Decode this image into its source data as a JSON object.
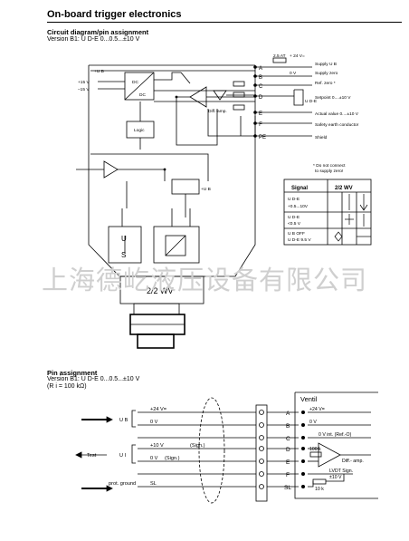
{
  "page": {
    "title": "On-board trigger electronics",
    "section1_title": "Circuit diagram/pin assignment",
    "section1_version": "Version B1: U D-E 0...0.5...±10 V",
    "section2_title": "Pin assignment",
    "section2_version": "Version B1: U D-E 0...0.5...±10 V",
    "section2_ri": "(R i = 100 kΩ)",
    "watermark": "上海德屹液压设备有限公司"
  },
  "circuit": {
    "fuse": "2.5 AT",
    "supply_v": "+ 24 V=",
    "zero_v": "0 V",
    "pins": [
      "A",
      "B",
      "C",
      "D",
      "E",
      "F",
      "PE"
    ],
    "pin_labels": [
      "Supply U B",
      "Supply zero",
      "Ref. zero *",
      "Setpoint 0....±10 V",
      "Actual value 0....±10 V",
      "Safety earth conductor",
      "Shield"
    ],
    "left_labels": [
      "+U B",
      "+15 V",
      "–15 V"
    ],
    "block_labels": {
      "dcdc_top": "DC",
      "dcdc_bottom": "DC",
      "logic": "Logic",
      "amp": "Diff.-amp.",
      "ud_e": "U D-E",
      "plus_ub": "+U B",
      "inst_u": "U",
      "inst_s": "S",
      "valve": "2/2 WV"
    }
  },
  "note": {
    "line1": "* Do not connect",
    "line2": "to supply zero!"
  },
  "signal_table": {
    "header_signal": "Signal",
    "header_valve": "2/2 WV",
    "rows": [
      {
        "signal": "U D-E",
        "range": "+0.5...10V"
      },
      {
        "signal": "U D-E",
        "range": "<0.5 V"
      },
      {
        "signal": "U B OFF",
        "range": "U D-E 9.5 V"
      }
    ]
  },
  "pin_diagram": {
    "ventil": "Ventil",
    "rows": [
      {
        "pin": "A",
        "label": "+24 V="
      },
      {
        "pin": "B",
        "label": "0 V"
      },
      {
        "pin": "C",
        "label": "0 V int. (Ref.-O)"
      },
      {
        "pin": "D",
        "label": ""
      },
      {
        "pin": "E",
        "label": ""
      },
      {
        "pin": "F",
        "label": "LVDT Sign."
      },
      {
        "pin": "SL",
        "label": ""
      }
    ],
    "left": {
      "ub": "U B",
      "plus24": "+24 V=",
      "zero": "0 V",
      "test": "Test",
      "ui": "U I",
      "plus10": "+10 V",
      "sign1": "(Sign.)",
      "zero2": "0 V",
      "sign2": "(Sign.)",
      "prot_ground": "prot. ground",
      "sl": "SL"
    },
    "right": {
      "r100k": "100 k",
      "diffamp": "Diff.- amp.",
      "r10k": "10 k",
      "pm10": "±10 V"
    }
  }
}
